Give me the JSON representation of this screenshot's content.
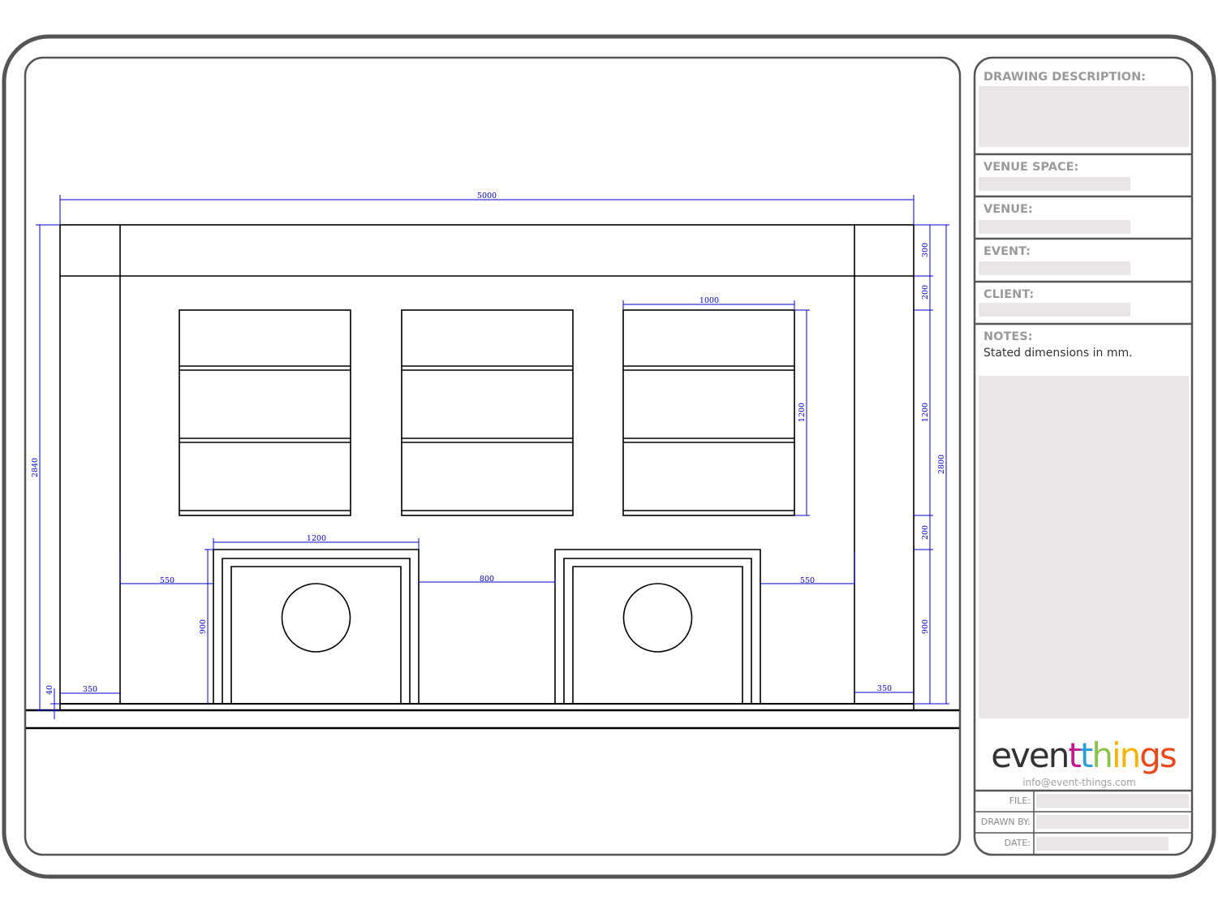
{
  "title_block": {
    "drawing_description_label": "DRAWING DESCRIPTION:",
    "venue_space_label": "VENUE SPACE:",
    "venue_label": "VENUE:",
    "event_label": "EVENT:",
    "client_label": "CLIENT:",
    "notes_label": "NOTES:",
    "notes_text": "Stated dimensions in mm.",
    "file_label": "FILE:",
    "drawn_by_label": "DRAWN BY:",
    "date_label": "DATE:"
  },
  "logo": {
    "text": "eventthings",
    "email": "info@event-things.com",
    "colors": [
      "#333333",
      "#c2188f",
      "#2a9fd6",
      "#8bc34a",
      "#f4b400",
      "#e8491d"
    ]
  },
  "dimensions": {
    "overall_width": "5000",
    "overall_height_left": "2840",
    "overall_height_right": "2800",
    "top_band": "300",
    "gap_top": "200",
    "shelf_height": "1200",
    "gap_bottom": "200",
    "counter_height_right": "900",
    "shelf_width": "1000",
    "shelf_height_side": "1200",
    "counter_width": "1200",
    "left_margin": "550",
    "counter_gap": "800",
    "right_margin": "550",
    "counter_height_left": "900",
    "plinth": "40",
    "pillar_left": "350",
    "pillar_right": "350"
  },
  "colors": {
    "frame": "#555555",
    "dimension": "#0000cc",
    "field_fill": "#e9e6e5",
    "label": "#9a9a9a"
  }
}
